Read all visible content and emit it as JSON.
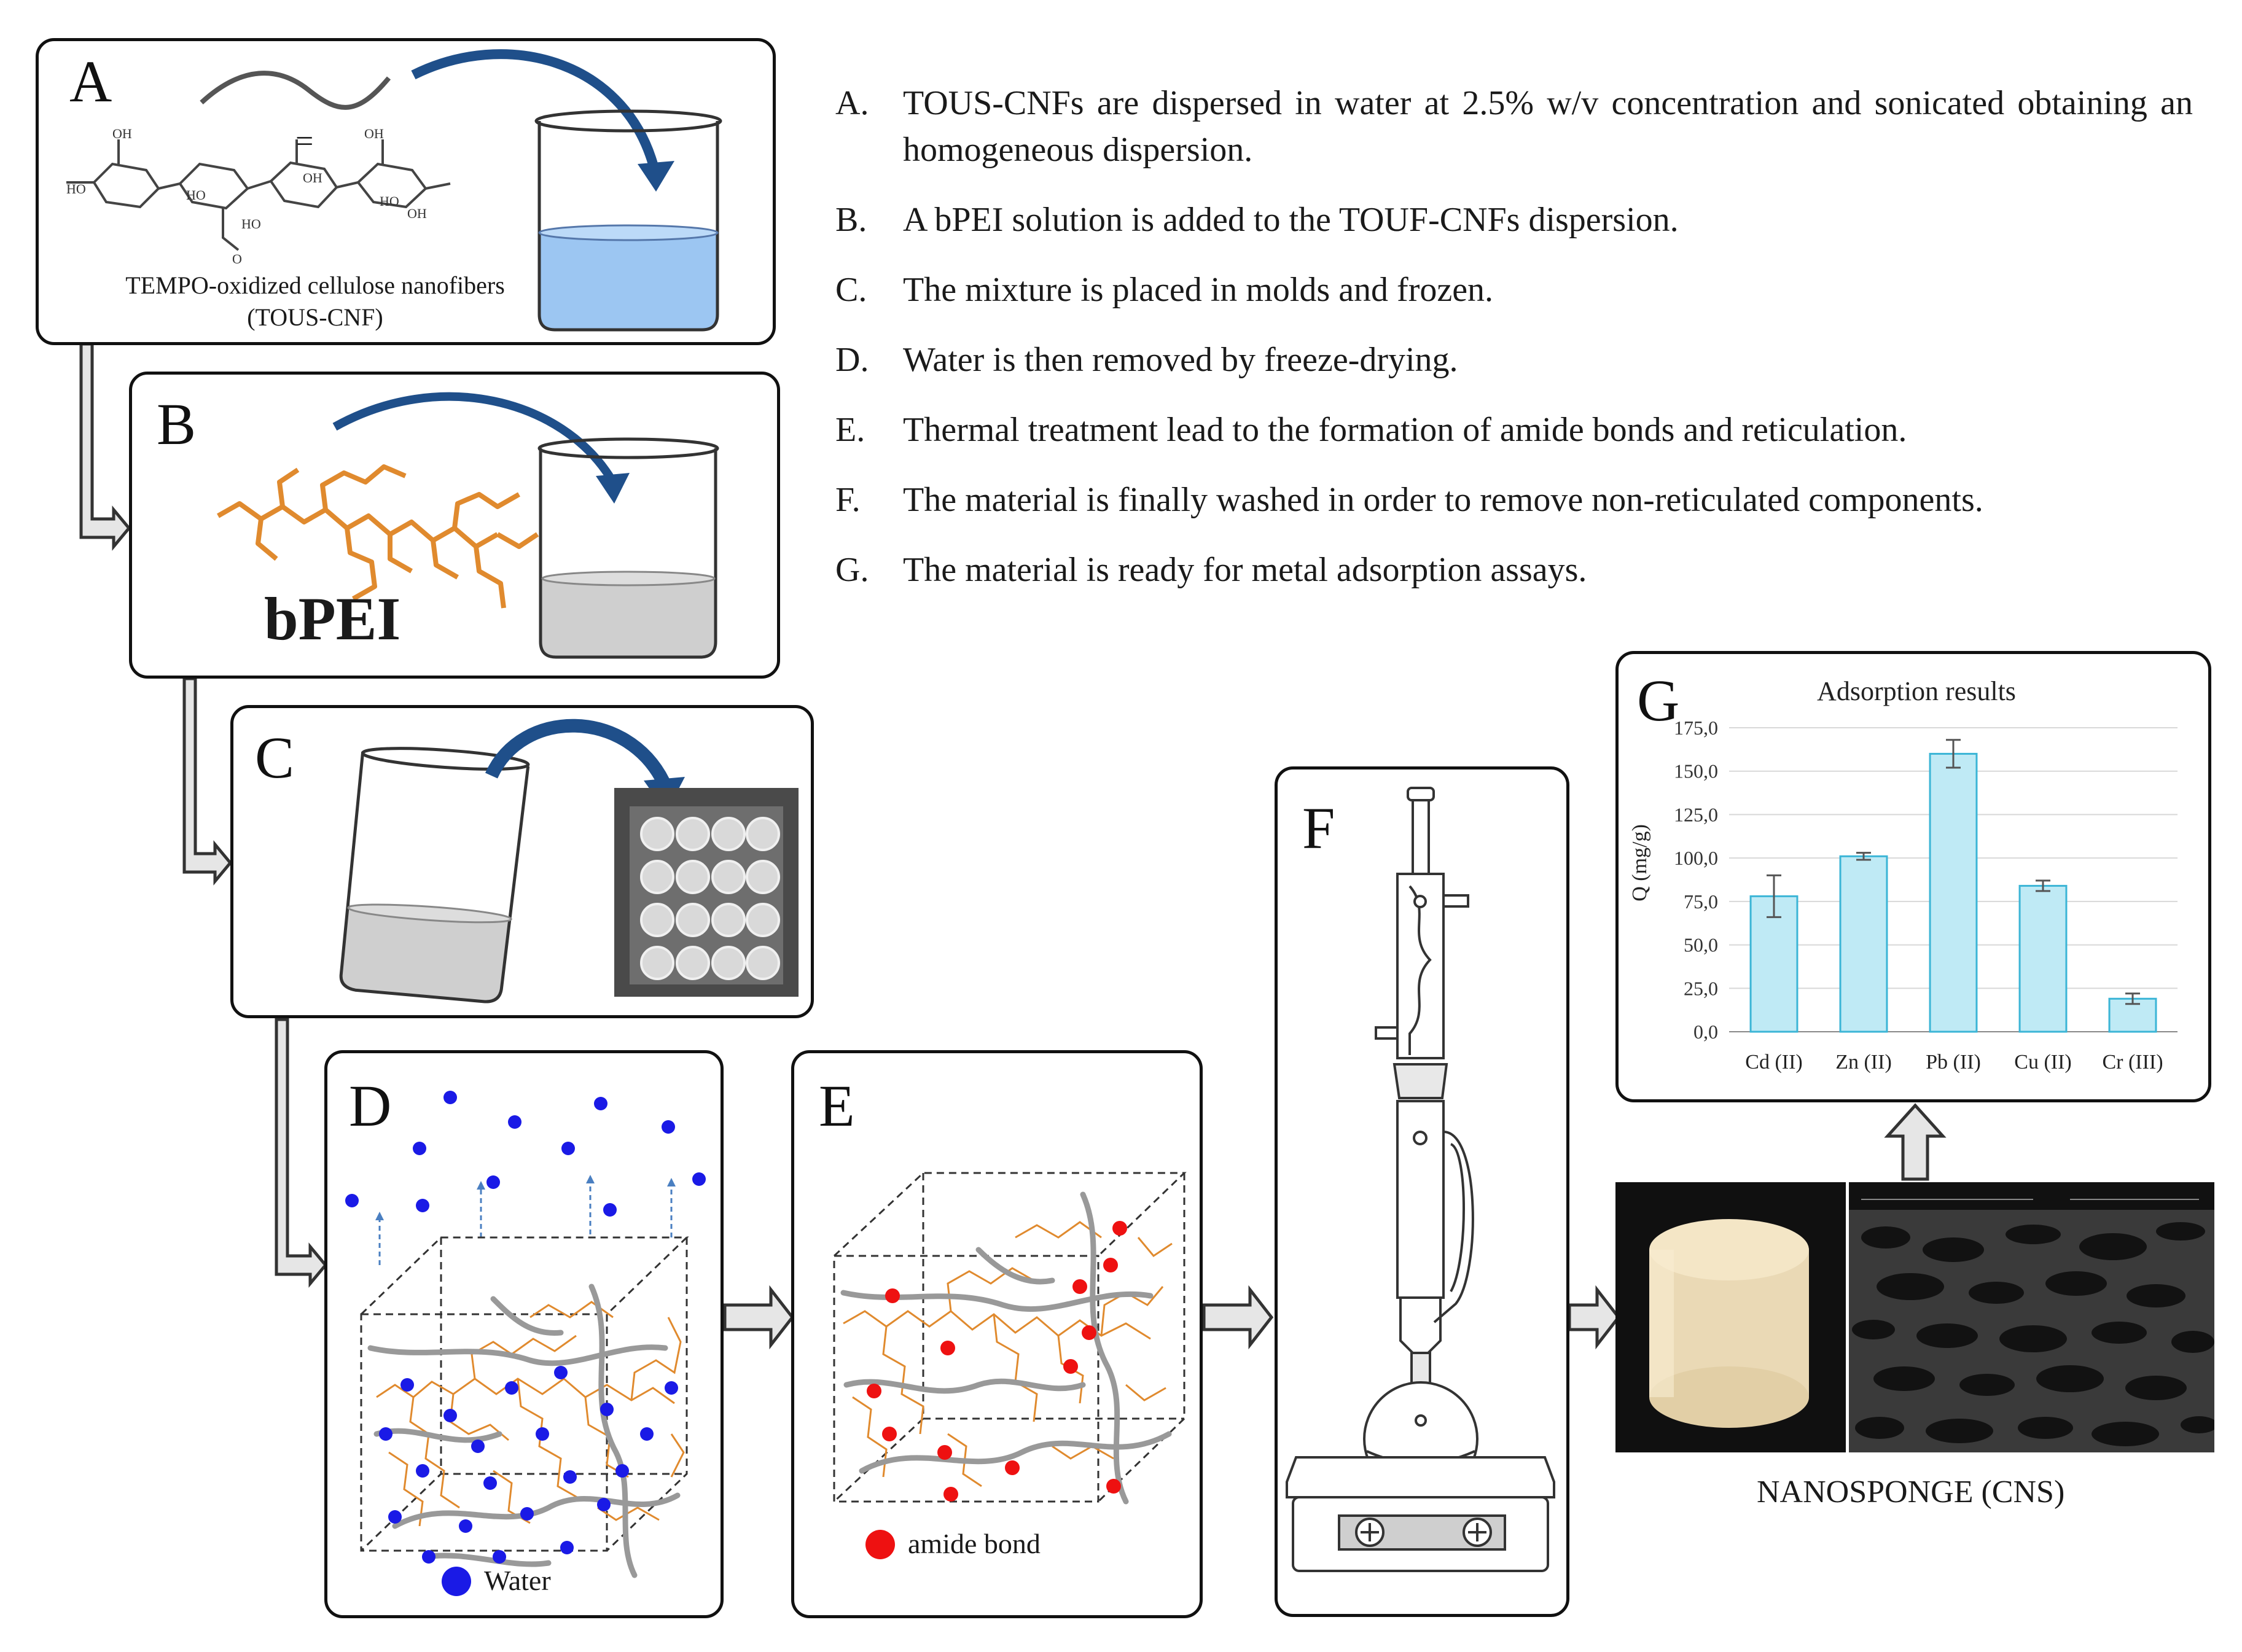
{
  "steps": [
    {
      "key": "A.",
      "text": "TOUS-CNFs are dispersed in water at 2.5% w/v concentration and sonicated obtaining an homogeneous dispersion."
    },
    {
      "key": "B.",
      "text": "A bPEI solution is added to the TOUF-CNFs dispersion."
    },
    {
      "key": "C.",
      "text": "The mixture is placed in molds and frozen."
    },
    {
      "key": "D.",
      "text": "Water is then removed by freeze-drying."
    },
    {
      "key": "E.",
      "text": "Thermal treatment  lead to the formation of amide bonds and reticulation."
    },
    {
      "key": "F.",
      "text": "The material is finally washed in order to remove non-reticulated components."
    },
    {
      "key": "G.",
      "text": "The material is ready for metal adsorption assays."
    }
  ],
  "panels": {
    "a": {
      "letter": "A",
      "caption_line1": "TEMPO-oxidized cellulose nanofibers",
      "caption_line2": "(TOUS-CNF)",
      "equals": "="
    },
    "b": {
      "letter": "B",
      "label": "bPEI"
    },
    "c": {
      "letter": "C"
    },
    "d": {
      "letter": "D",
      "legend": "Water"
    },
    "e": {
      "letter": "E",
      "legend": "amide bond"
    },
    "f": {
      "letter": "F"
    },
    "g": {
      "letter": "G"
    }
  },
  "nanosponge_label": "NANOSPONGE (CNS)",
  "colors": {
    "water": "#1a1ae6",
    "amide": "#ee1111",
    "polymer": "#e08a2e",
    "fiber": "#999999",
    "bar": "#bfeaf5",
    "bar_edge": "#3bb5d6",
    "arrow": "#1f4f8a"
  },
  "chart_data": {
    "type": "bar",
    "title": "Adsorption results",
    "ylabel": "Q (mg/g)",
    "xlabel": "",
    "categories": [
      "Cd (II)",
      "Zn (II)",
      "Pb (II)",
      "Cu (II)",
      "Cr (III)"
    ],
    "values": [
      78,
      101,
      160,
      84,
      19
    ],
    "errors": [
      12,
      2,
      8,
      3,
      3
    ],
    "ylim": [
      0,
      175
    ],
    "yticks": [
      "0,0",
      "25,0",
      "50,0",
      "75,0",
      "100,0",
      "125,0",
      "150,0",
      "175,0"
    ],
    "grid": true
  }
}
